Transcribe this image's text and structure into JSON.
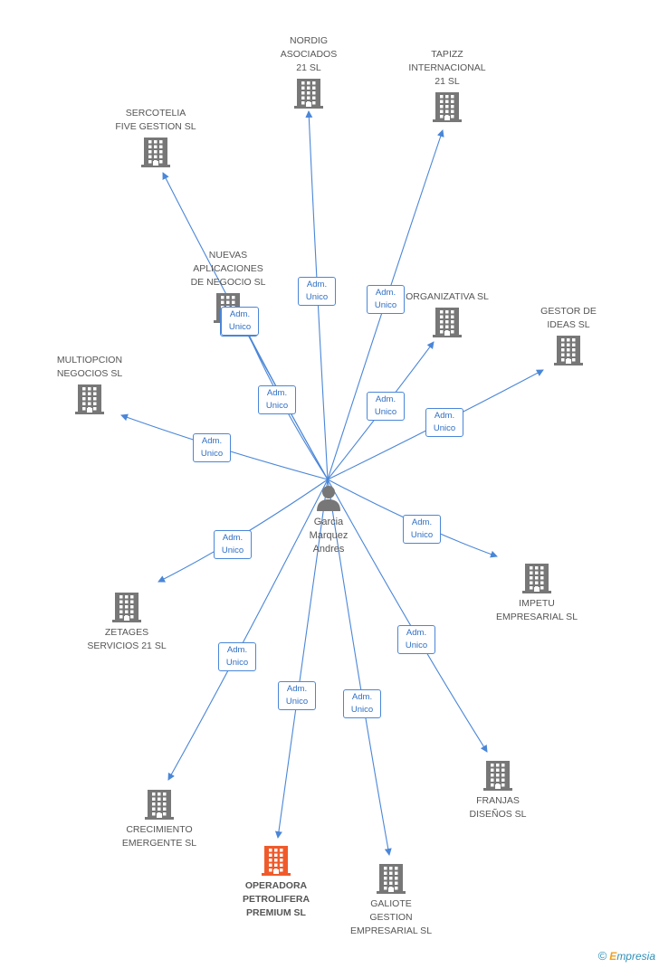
{
  "colors": {
    "edge": "#4a86d8",
    "node": "#777777",
    "highlight": "#f05a2a"
  },
  "center": {
    "label": "Garcia\nMarquez\nAndres",
    "icon": "person-icon"
  },
  "edge_label": "Adm.\nUnico",
  "nodes": [
    {
      "id": "nordig",
      "label": "NORDIG\nASOCIADOS\n21 SL",
      "icon": "building-icon"
    },
    {
      "id": "tapizz",
      "label": "TAPIZZ\nINTERNACIONAL\n21 SL",
      "icon": "building-icon"
    },
    {
      "id": "sercotelia",
      "label": "SERCOTELIA\nFIVE GESTION SL",
      "icon": "building-icon"
    },
    {
      "id": "nuevas",
      "label": "NUEVAS\nAPLICACIONES\nDE NEGOCIO SL",
      "icon": "building-icon"
    },
    {
      "id": "organizativa",
      "label": "ORGANIZATIVA SL",
      "icon": "building-icon"
    },
    {
      "id": "gestor",
      "label": "GESTOR DE\nIDEAS SL",
      "icon": "building-icon"
    },
    {
      "id": "multiopcion",
      "label": "MULTIOPCION\nNEGOCIOS SL",
      "icon": "building-icon"
    },
    {
      "id": "impetu",
      "label": "IMPETU\nEMPRESARIAL SL",
      "icon": "building-icon"
    },
    {
      "id": "zetages",
      "label": "ZETAGES\nSERVICIOS 21 SL",
      "icon": "building-icon"
    },
    {
      "id": "franjas",
      "label": "FRANJAS\nDISEÑOS SL",
      "icon": "building-icon"
    },
    {
      "id": "crecimiento",
      "label": "CRECIMIENTO\nEMERGENTE SL",
      "icon": "building-icon"
    },
    {
      "id": "operadora",
      "label": "OPERADORA\nPETROLIFERA\nPREMIUM SL",
      "icon": "building-icon",
      "highlight": true
    },
    {
      "id": "galiote",
      "label": "GALIOTE\nGESTION\nEMPRESARIAL SL",
      "icon": "building-icon"
    }
  ],
  "footer": {
    "copyright": "©",
    "brand_first": "E",
    "brand_rest": "mpresia"
  }
}
